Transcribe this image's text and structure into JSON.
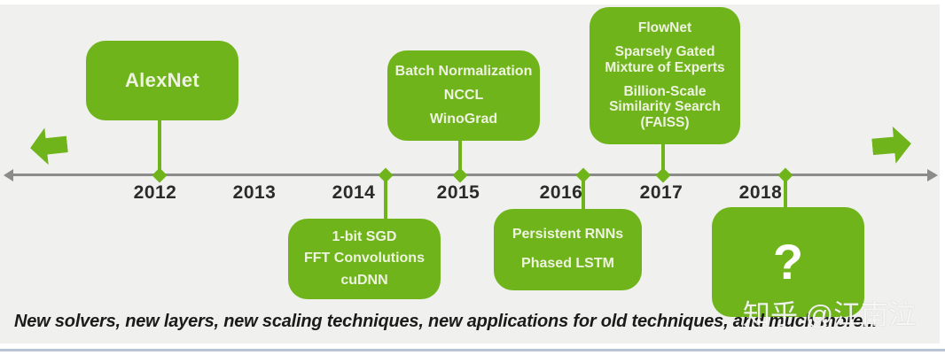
{
  "colors": {
    "accent_green": "#6fb41a",
    "timeline_gray": "#8b8b8b",
    "panel_background": "#f0f0ee",
    "footer_line_blue": "#b9c3d6"
  },
  "timeline": {
    "years": [
      "2012",
      "2013",
      "2014",
      "2015",
      "2016",
      "2017",
      "2018"
    ]
  },
  "milestones": [
    {
      "id": "alexnet",
      "position": "above",
      "items": [
        "AlexNet"
      ]
    },
    {
      "id": "batch-norm",
      "position": "above",
      "items": [
        "Batch Normalization",
        "NCCL",
        "WinoGrad"
      ]
    },
    {
      "id": "flownet",
      "position": "above",
      "items": [
        "FlowNet",
        "Sparsely Gated Mixture of Experts",
        "Billion-Scale Similarity Search (FAISS)"
      ]
    },
    {
      "id": "one-bit-sgd",
      "position": "below",
      "items": [
        "1-bit SGD",
        "FFT Convolutions",
        "cuDNN"
      ]
    },
    {
      "id": "persistent-rnns",
      "position": "below",
      "items": [
        "Persistent RNNs",
        "Phased LSTM"
      ]
    },
    {
      "id": "future",
      "position": "below",
      "items": [
        "?"
      ]
    }
  ],
  "footer": {
    "tagline": "New solvers, new layers, new scaling techniques, new applications for old techniques, and much more...",
    "watermark": "知乎 @江南泣"
  }
}
